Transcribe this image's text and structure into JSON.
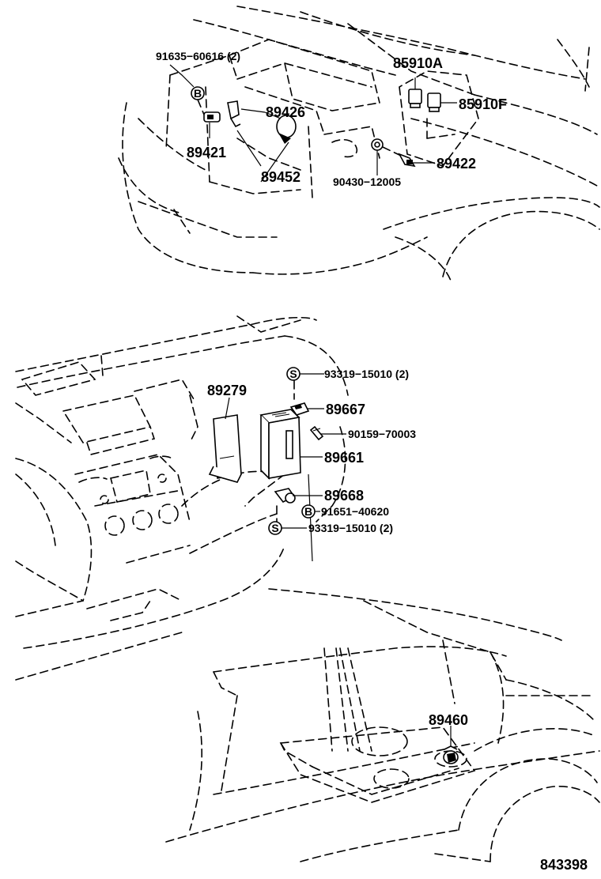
{
  "diagram": {
    "labels": {
      "p91635": "91635−60616 (2)",
      "p85910A": "85910A",
      "p85910F": "85910F",
      "p89426": "89426",
      "p89421": "89421",
      "p89452": "89452",
      "p89422": "89422",
      "p90430": "90430−12005",
      "p93319a": "93319−15010 (2)",
      "p89279": "89279",
      "p89667": "89667",
      "p90159": "90159−70003",
      "p89661": "89661",
      "p89668": "89668",
      "p91651": "91651−40620",
      "p93319b": "93319−15010 (2)",
      "p89460": "89460",
      "ref": "843398"
    },
    "markers": {
      "bolt": "B",
      "screw": "S"
    }
  }
}
